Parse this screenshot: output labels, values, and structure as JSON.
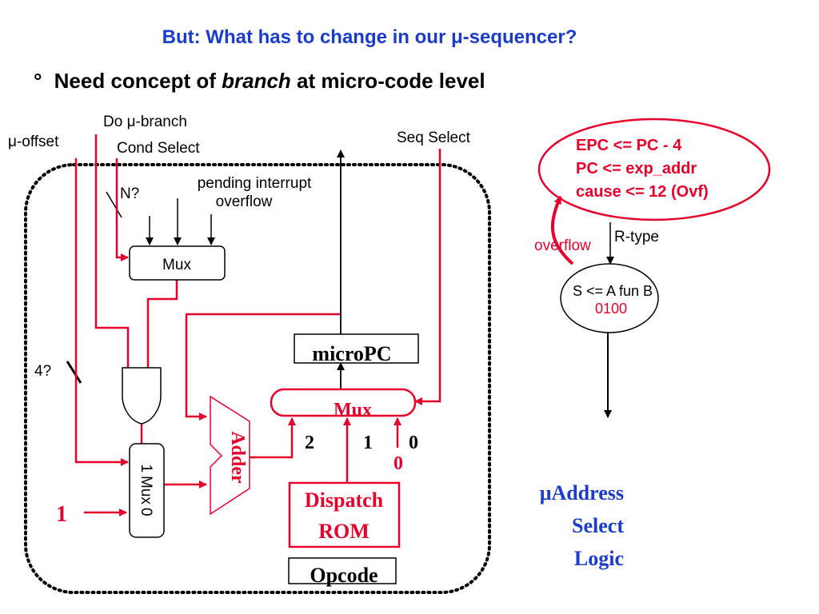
{
  "title": "But: What has to change in our μ-sequencer?",
  "bullet": {
    "marker": "°",
    "prefix": "Need concept of ",
    "emphasis": "branch",
    "suffix": " at micro-code level"
  },
  "labels": {
    "do_branch": "Do μ-branch",
    "offset": "μ-offset",
    "cond_select": "Cond Select",
    "n": "N?",
    "pending_interrupt": "pending interrupt",
    "overflow_input": "overflow",
    "seq_select": "Seq Select",
    "four": "4?"
  },
  "blocks": {
    "top_mux": "Mux",
    "micro_pc": "microPC",
    "main_mux": "Mux",
    "adder": "Adder",
    "dispatch_line1": "Dispatch",
    "dispatch_line2": "ROM",
    "opcode": "Opcode",
    "small_mux_top": "1",
    "small_mux_mid": "Mux",
    "small_mux_bot": "0"
  },
  "mux_inputs": {
    "in2": "2",
    "in1": "1",
    "in0": "0",
    "in0_red": "0"
  },
  "const_one": "1",
  "state_diagram": {
    "exception_line1": "EPC <= PC - 4",
    "exception_line2": "PC <= exp_addr",
    "exception_line3": "cause <= 12 (Ovf)",
    "overflow_label": "overflow",
    "rtype_label": "R-type",
    "state_line1": "S <= A fun B",
    "state_code": "0100"
  },
  "footer": {
    "line1": "μAddress",
    "line2": "Select",
    "line3": "Logic"
  },
  "colors": {
    "title": "#1a3ccc",
    "red": "#e8002a",
    "black": "#000000",
    "blue": "#1a3ccc"
  }
}
